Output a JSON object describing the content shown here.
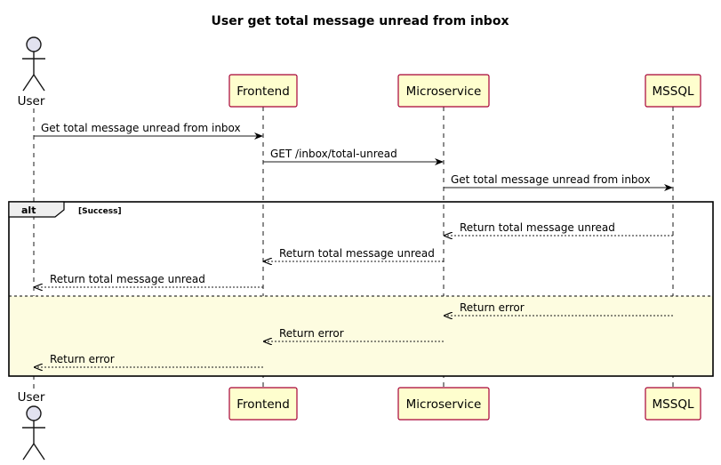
{
  "title": "User get total message unread from inbox",
  "participants": [
    {
      "id": "user",
      "label": "User",
      "kind": "actor"
    },
    {
      "id": "frontend",
      "label": "Frontend",
      "kind": "participant"
    },
    {
      "id": "microservice",
      "label": "Microservice",
      "kind": "participant"
    },
    {
      "id": "mssql",
      "label": "MSSQL",
      "kind": "participant"
    }
  ],
  "messages": [
    {
      "from": "user",
      "to": "frontend",
      "label": "Get total message unread from inbox",
      "style": "solid"
    },
    {
      "from": "frontend",
      "to": "microservice",
      "label": "GET /inbox/total-unread",
      "style": "solid"
    },
    {
      "from": "microservice",
      "to": "mssql",
      "label": "Get total message unread from inbox",
      "style": "solid"
    }
  ],
  "alt": {
    "keyword": "alt",
    "condition": "[Success]",
    "success_messages": [
      {
        "from": "mssql",
        "to": "microservice",
        "label": "Return total message unread",
        "style": "dashed"
      },
      {
        "from": "microservice",
        "to": "frontend",
        "label": "Return total message unread",
        "style": "dashed"
      },
      {
        "from": "frontend",
        "to": "user",
        "label": "Return total message unread",
        "style": "dashed"
      }
    ],
    "else_messages": [
      {
        "from": "mssql",
        "to": "microservice",
        "label": "Return error",
        "style": "dashed"
      },
      {
        "from": "microservice",
        "to": "frontend",
        "label": "Return error",
        "style": "dashed"
      },
      {
        "from": "frontend",
        "to": "user",
        "label": "Return error",
        "style": "dashed"
      }
    ]
  },
  "colors": {
    "participant_fill": "#fefece",
    "participant_border": "#a80036",
    "else_fill": "#fdfce0",
    "actor_fill": "#e2e2f0"
  }
}
